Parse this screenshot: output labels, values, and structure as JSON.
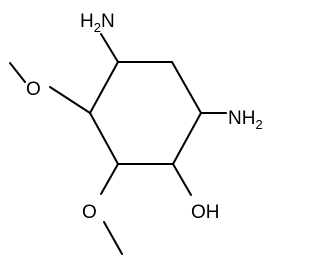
{
  "molecule": {
    "labels": {
      "amine_top": {
        "main": "H",
        "sub": "2",
        "tail": "N"
      },
      "amine_right": {
        "main": "NH",
        "sub": "2"
      },
      "methoxy_upper_oxygen": "O",
      "methoxy_lower_oxygen": "O",
      "hydroxyl": "OH"
    }
  }
}
